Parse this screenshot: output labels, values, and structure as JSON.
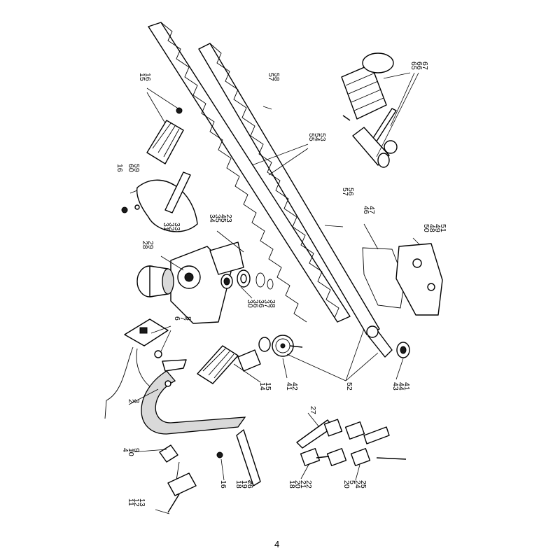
{
  "page_number": "4",
  "callouts": {
    "c_15_16_top": [
      "15",
      "16"
    ],
    "c_57_58": [
      "57",
      "58"
    ],
    "c_65_66_67": [
      "65",
      "66",
      "67"
    ],
    "c_55_54_53": [
      "55",
      "54",
      "53"
    ],
    "c_16_60_59": [
      "16",
      "60",
      "59"
    ],
    "c_57_56": [
      "57",
      "56"
    ],
    "c_46_47": [
      "46",
      "47"
    ],
    "c_50_48_49_51": [
      "50",
      "48",
      "49",
      "51"
    ],
    "c_31_32_33": [
      "31",
      "32",
      "33"
    ],
    "c_34_35_45_23": [
      "34",
      "35",
      "45",
      "23"
    ],
    "c_28_29": [
      "28",
      "29"
    ],
    "c_30_36_36_37_38": [
      "30",
      "36",
      "36",
      "37",
      "38"
    ],
    "c_6_7_8": [
      "6",
      "7",
      "8"
    ],
    "c_41_42": [
      "41",
      "42"
    ],
    "c_52": [
      "52"
    ],
    "c_43_44_41": [
      "43",
      "44",
      "41"
    ],
    "c_14_15": [
      "14",
      "15"
    ],
    "c_2_3": [
      "2",
      "3"
    ],
    "c_27": [
      "27"
    ],
    "c_4_10_9": [
      "4",
      "10",
      "9"
    ],
    "c_16_bottom": [
      "16"
    ],
    "c_18_19_26": [
      "18",
      "19",
      "26"
    ],
    "c_18_20_21_22": [
      "18",
      "20",
      "21",
      "22"
    ],
    "c_20_5_24_25": [
      "20",
      "5",
      "24",
      "25"
    ],
    "c_11_12_13": [
      "11",
      "12",
      "13"
    ]
  }
}
